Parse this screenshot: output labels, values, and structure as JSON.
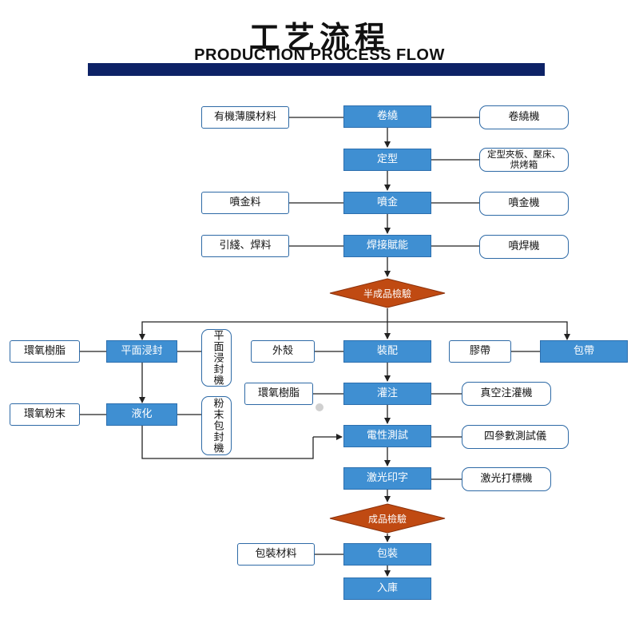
{
  "header": {
    "title_cn": "工艺流程",
    "title_en": "PRODUCTION PROCESS FLOW"
  },
  "colors": {
    "process_box": "#3f8fd2",
    "outline": "#2e6aa6",
    "title_bar": "#0d2266",
    "inspection": "#c04a12"
  },
  "steps": {
    "winding": "卷繞",
    "shaping": "定型",
    "spraying": "噴金",
    "welding": "焊接賦能",
    "semi_inspection": "半成品檢驗",
    "impregnation": "平面浸封",
    "liquefy": "液化",
    "assembly": "裝配",
    "potting": "灌注",
    "electrical_test": "電性測試",
    "laser_print": "激光印字",
    "final_inspection": "成品檢驗",
    "packaging": "包裝",
    "warehouse": "入庫",
    "taping": "包帶"
  },
  "inputs": {
    "film": "有機薄膜材料",
    "spray_material": "噴金料",
    "lead_solder": "引綫、焊料",
    "epoxy_resin_left": "環氧樹脂",
    "epoxy_powder": "環氧粉末",
    "shell": "外殼",
    "epoxy_resin_mid": "環氧樹脂",
    "tape": "膠帶",
    "packing_material": "包裝材料"
  },
  "machines": {
    "winding_machine": "卷繞機",
    "shaping_machine": "定型夾板、壓床、烘烤箱",
    "spray_machine": "噴金機",
    "welding_machine": "噴焊機",
    "impregnation_machine": "平面浸封機",
    "powder_machine": "粉末包封機",
    "vacuum_machine": "真空注灌機",
    "tester": "四參數測試儀",
    "laser_machine": "激光打標機"
  }
}
